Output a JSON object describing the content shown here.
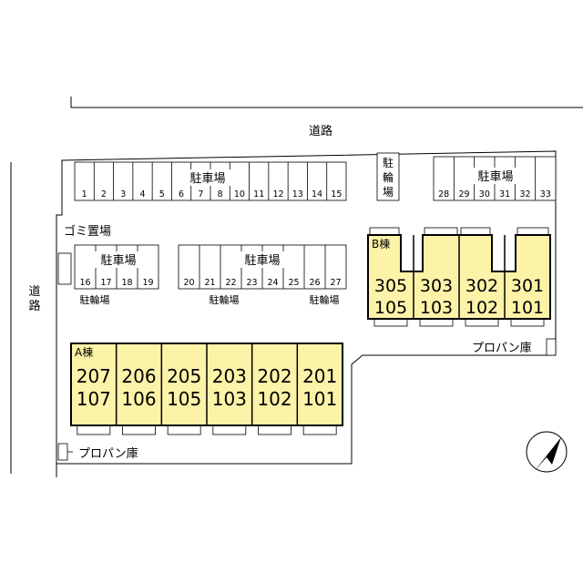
{
  "colors": {
    "unit_fill": "#fdf3a8",
    "outline": "#000000",
    "background": "#ffffff"
  },
  "road_top": "道路",
  "road_left": "道路",
  "parking_label": "駐車場",
  "bicycle_label_vertical": "駐輪場",
  "bicycle_label": "駐輪場",
  "garbage_label": "ゴミ置場",
  "propane_label": "プロパン庫",
  "parking_row_top": [
    "1",
    "2",
    "3",
    "4",
    "5",
    "6",
    "7",
    "8",
    "10",
    "11",
    "12",
    "13",
    "14",
    "15"
  ],
  "parking_row_right": [
    "28",
    "29",
    "30",
    "31",
    "32",
    "33"
  ],
  "parking_row_mid_left": [
    "16",
    "17",
    "18",
    "19"
  ],
  "parking_row_mid_right": [
    "20",
    "21",
    "22",
    "23",
    "24",
    "25",
    "26",
    "27"
  ],
  "building_a": {
    "label": "A棟",
    "units": [
      {
        "upper": "207",
        "lower": "107"
      },
      {
        "upper": "206",
        "lower": "106"
      },
      {
        "upper": "205",
        "lower": "105"
      },
      {
        "upper": "203",
        "lower": "103"
      },
      {
        "upper": "202",
        "lower": "102"
      },
      {
        "upper": "201",
        "lower": "101"
      }
    ]
  },
  "building_b": {
    "label": "B棟",
    "units": [
      {
        "upper": "305",
        "lower": "105"
      },
      {
        "upper": "303",
        "lower": "103"
      },
      {
        "upper": "302",
        "lower": "102"
      },
      {
        "upper": "301",
        "lower": "101"
      }
    ]
  },
  "compass_icon": "north-arrow-icon"
}
